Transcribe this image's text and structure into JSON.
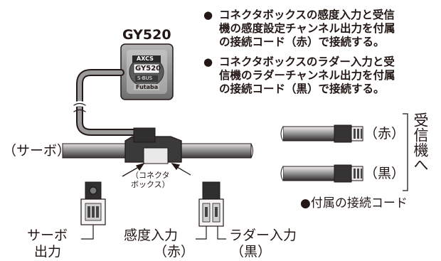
{
  "notes": [
    {
      "bullet": "●",
      "lines": [
        "コネクタボックスの感度入力と受信",
        "機の感度設定チャンネル出力を付属",
        "の接続コード（赤）で接続する。"
      ]
    },
    {
      "bullet": "●",
      "lines": [
        "コネクタボックスのラダー入力と受",
        "信機のラダーチャンネル出力を付属",
        "の接続コード（黒）で接続する。"
      ]
    }
  ],
  "gyro": {
    "model": "GY520",
    "badge_top": "AXCS",
    "badge_model": "GY520",
    "badge_sub": "S-BUS",
    "badge_brand": "Futaba"
  },
  "labels": {
    "servo_cable": "（サーボ）",
    "connector_box_line1": "（コネクタ",
    "connector_box_line2": "ボックス）",
    "servo_output_line1": "サーボ",
    "servo_output_line2": "出力",
    "gain_input_line1": "感度入力",
    "gain_input_line2": "（赤）",
    "rudder_input_line1": "ラダー入力",
    "rudder_input_line2": "（黒）",
    "cord_red": "（赤）",
    "cord_black": "（黒）",
    "receiver": "受信機へ",
    "cord_caption": "●付属の接続コード"
  },
  "colors": {
    "ink": "#231815",
    "cable_dark": "#3a3a3a",
    "cable_mid": "#7a7a7a",
    "cable_light": "#c8c8c8",
    "gyro_face": "#8a8a8a"
  }
}
